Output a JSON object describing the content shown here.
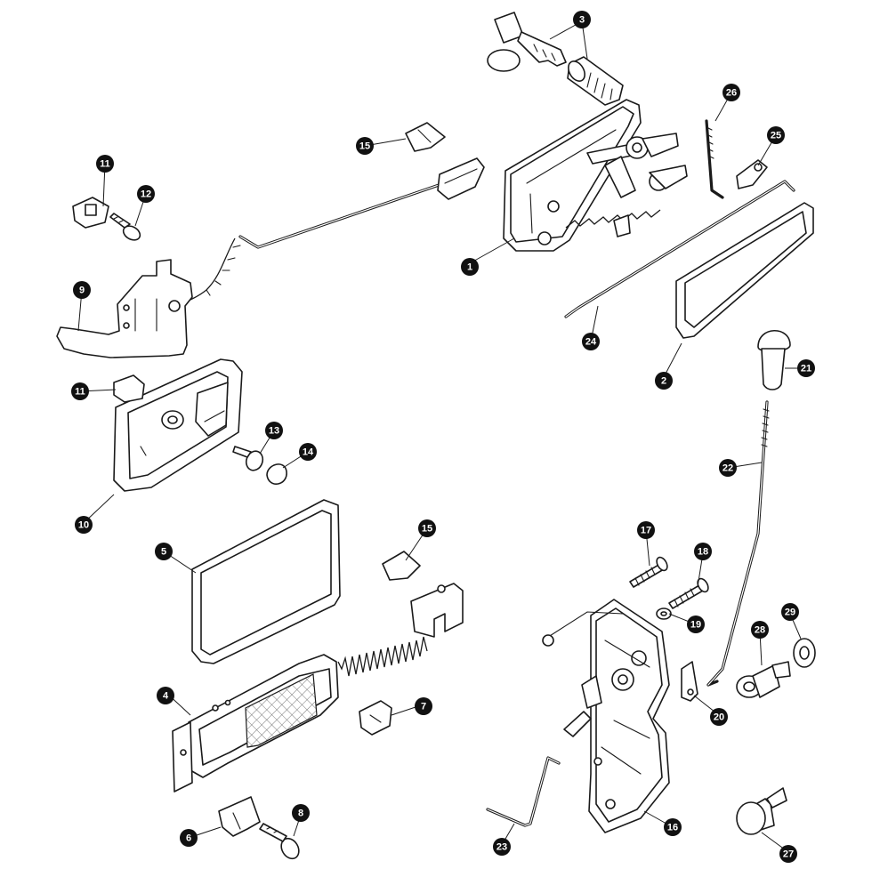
{
  "diagram": {
    "type": "exploded parts diagram",
    "background": "#ffffff",
    "callout_color": "#111111",
    "line_color": "#1a1a1a"
  },
  "callouts": [
    "1",
    "2",
    "3",
    "4",
    "5",
    "6",
    "7",
    "8",
    "9",
    "10",
    "11",
    "12",
    "13",
    "14",
    "15",
    "16",
    "17",
    "18",
    "19",
    "20",
    "21",
    "22",
    "23",
    "24",
    "25",
    "26",
    "27",
    "28",
    "29"
  ]
}
